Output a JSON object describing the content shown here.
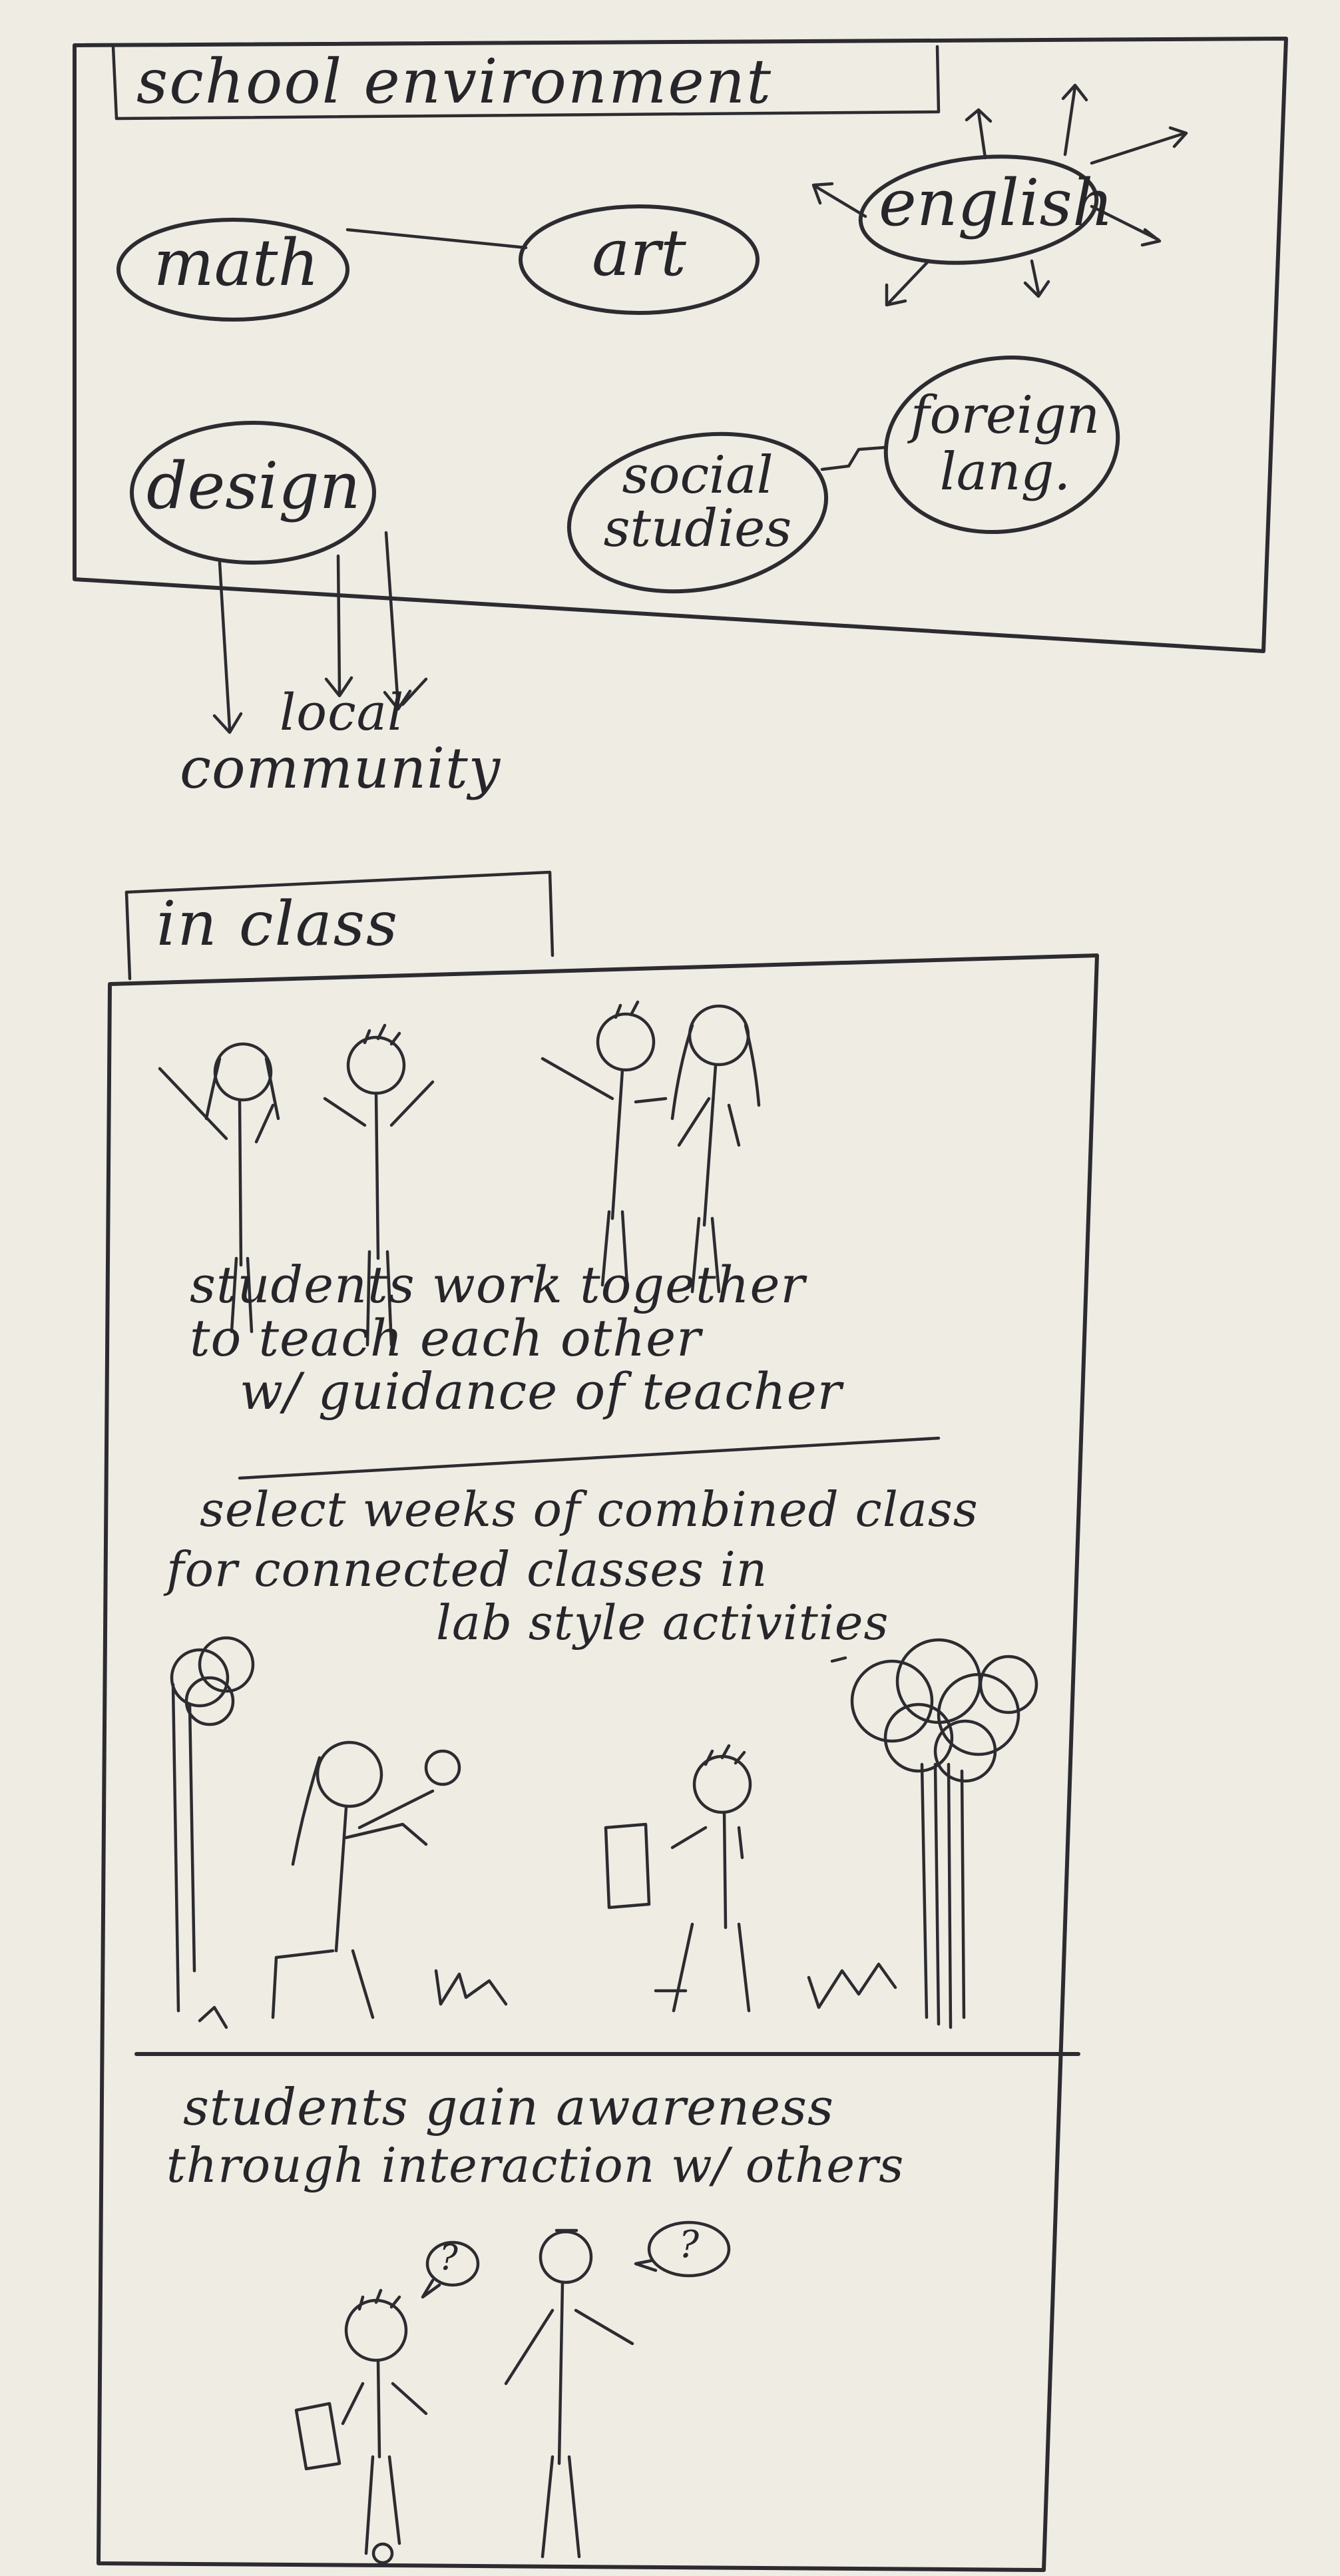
{
  "top_section": {
    "title": "school environment",
    "nodes": {
      "math": "math",
      "art": "art",
      "english": "english",
      "design": "design",
      "social_studies_line1": "social",
      "social_studies_line2": "studies",
      "foreign_lang_line1": "foreign",
      "foreign_lang_line2": "lang."
    },
    "outside_label_line1": "local",
    "outside_label_line2": "community"
  },
  "bottom_section": {
    "title": "in class",
    "note_1_lines": [
      "students work together",
      "to teach each other",
      "w/ guidance of teacher"
    ],
    "note_2_lines": [
      "select weeks of combined class",
      "for connected classes in",
      "lab style activities"
    ],
    "note_3_lines": [
      "students gain awareness",
      "through interaction w/ others"
    ]
  },
  "colors": {
    "paper": "#efece4",
    "ink": "#2c2c30"
  }
}
